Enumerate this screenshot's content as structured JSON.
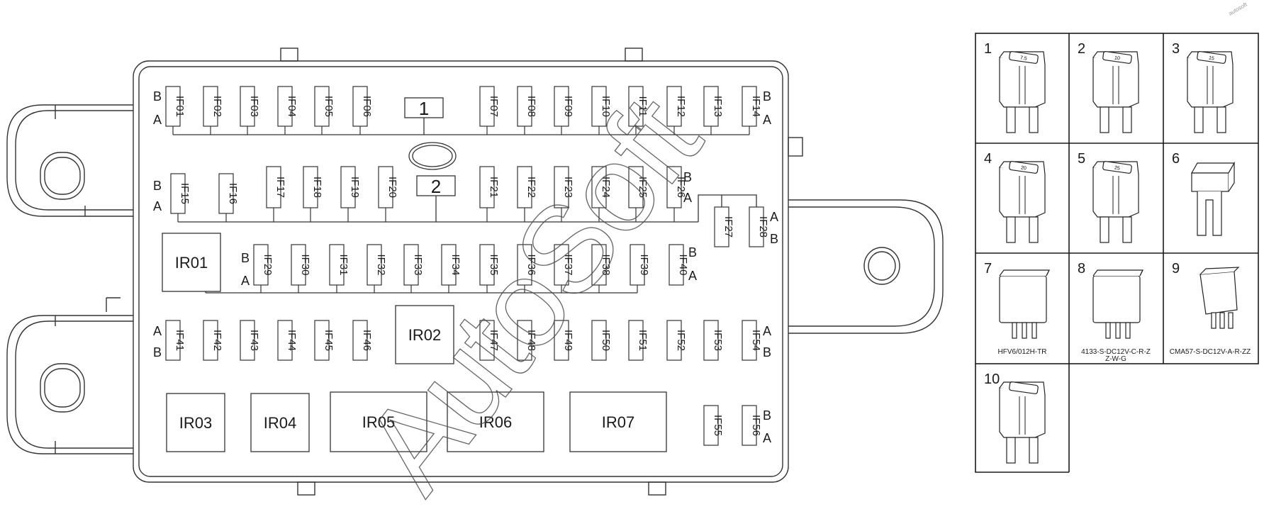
{
  "fuse_box": {
    "connectors": [
      "1",
      "2"
    ],
    "row1": {
      "pin_top": "B",
      "pin_bottom": "A",
      "fuses": [
        "IF01",
        "IF02",
        "IF03",
        "IF04",
        "IF05",
        "IF06",
        "IF07",
        "IF08",
        "IF09",
        "IF10",
        "IF11",
        "IF12",
        "IF13",
        "IF14"
      ]
    },
    "row2": {
      "pin_top": "B",
      "pin_bottom": "A",
      "fuses": [
        "IF15",
        "IF16",
        "IF17",
        "IF18",
        "IF19",
        "IF20",
        "IF21",
        "IF22",
        "IF23",
        "IF24",
        "IF25",
        "IF26"
      ]
    },
    "side_fuses": [
      "IF27",
      "IF28"
    ],
    "row3": {
      "pin_top": "B",
      "pin_bottom": "A",
      "fuses": [
        "IF29",
        "IF30",
        "IF31",
        "IF32",
        "IF33",
        "IF34",
        "IF35",
        "IF36",
        "IF37",
        "IF38",
        "IF39",
        "IF40"
      ]
    },
    "row4": {
      "pin_top": "A",
      "pin_bottom": "B",
      "fuses": [
        "IF41",
        "IF42",
        "IF43",
        "IF44",
        "IF45",
        "IF46",
        "IF47",
        "IF48",
        "IF49",
        "IF50",
        "IF51",
        "IF52",
        "IF53",
        "IF54"
      ]
    },
    "row5": {
      "pin_top": "B",
      "pin_bottom": "A",
      "fuses": [
        "IF55",
        "IF56"
      ]
    },
    "relays": [
      "IR01",
      "IR02",
      "IR03",
      "IR04",
      "IR05",
      "IR06",
      "IR07"
    ]
  },
  "components": [
    {
      "number": "1",
      "rating": "7.5",
      "caption": ""
    },
    {
      "number": "2",
      "rating": "10",
      "caption": ""
    },
    {
      "number": "3",
      "rating": "15",
      "caption": ""
    },
    {
      "number": "4",
      "rating": "20",
      "caption": ""
    },
    {
      "number": "5",
      "rating": "25",
      "caption": ""
    },
    {
      "number": "6",
      "rating": "",
      "caption": ""
    },
    {
      "number": "7",
      "rating": "",
      "caption": "HFV6/012H-TR"
    },
    {
      "number": "8",
      "rating": "",
      "caption": "4133-S-DC12V-C-R-Z",
      "caption2": "Z-W-G"
    },
    {
      "number": "9",
      "rating": "",
      "caption": "CMA57-S-DC12V-A-R-ZZ"
    },
    {
      "number": "10",
      "rating": "",
      "caption": ""
    }
  ],
  "watermark": "AutoSoft",
  "corner_mark": "autosoft"
}
